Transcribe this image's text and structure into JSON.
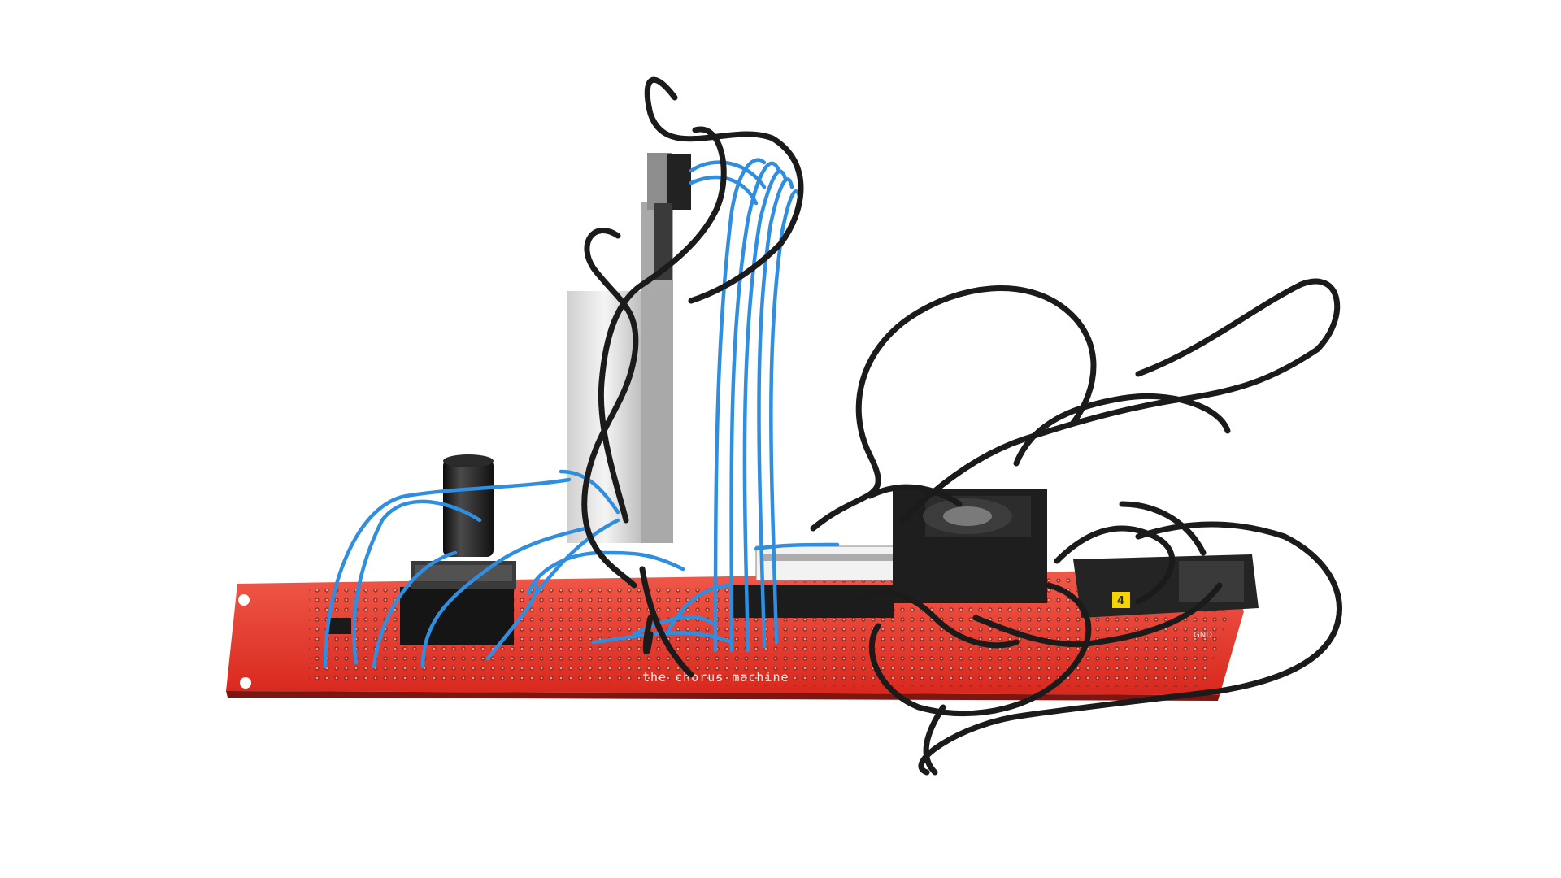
{
  "scene": {
    "background": "#ffffff",
    "board_color": "#e8352a",
    "wire_blue": "#2f8ee0",
    "wire_black": "#1b1b1b",
    "board_label": "the chorus machine",
    "module_badge": "4",
    "connector_label": "GND"
  }
}
